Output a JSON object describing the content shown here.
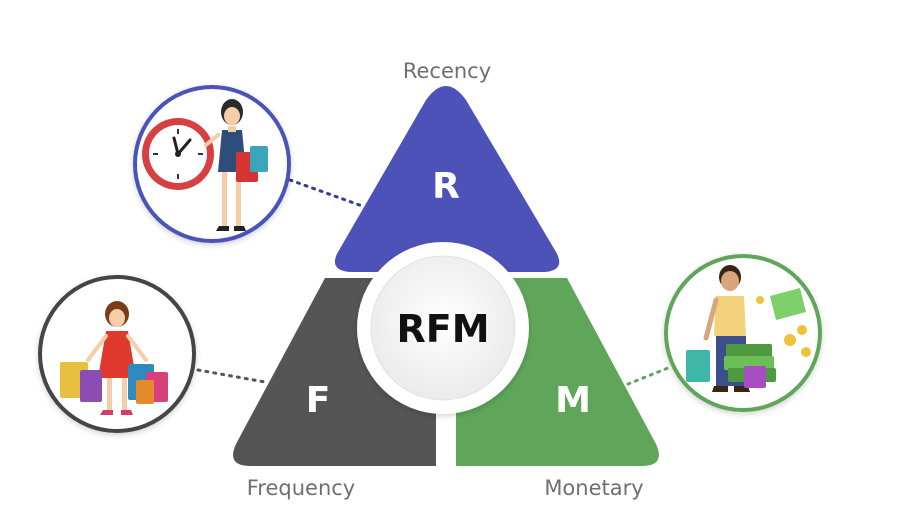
{
  "center": {
    "label": "RFM"
  },
  "segments": {
    "recency": {
      "letter": "R",
      "name": "Recency",
      "color": "#4c52b8"
    },
    "frequency": {
      "letter": "F",
      "name": "Frequency",
      "color": "#555555"
    },
    "monetary": {
      "letter": "M",
      "name": "Monetary",
      "color": "#5fa65a"
    }
  }
}
